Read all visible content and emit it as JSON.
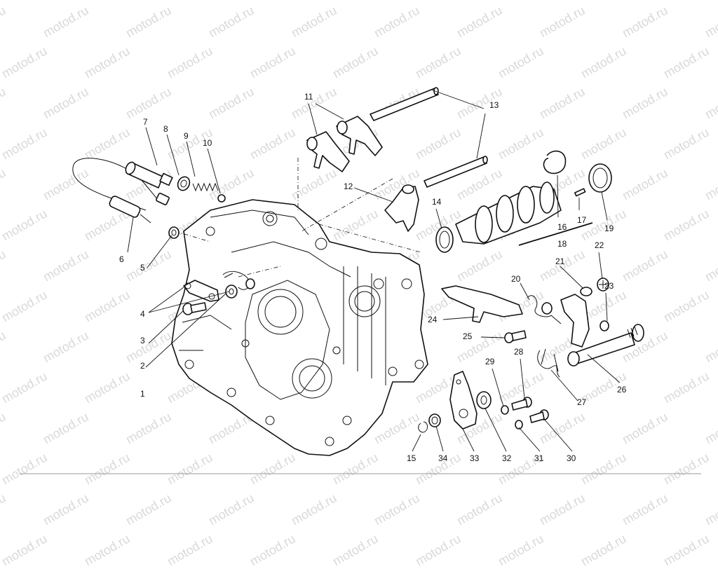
{
  "watermark": "motod.ru",
  "callouts": [
    "1",
    "2",
    "3",
    "4",
    "5",
    "6",
    "7",
    "8",
    "9",
    "10",
    "11",
    "12",
    "13",
    "14",
    "15",
    "16",
    "17",
    "18",
    "19",
    "20",
    "21",
    "22",
    "23",
    "24",
    "25",
    "26",
    "27",
    "28",
    "29",
    "30",
    "31",
    "32",
    "33",
    "34"
  ],
  "colors": {
    "ink": "#111111",
    "watermark": "#d9d9d9",
    "paper": "#ffffff"
  }
}
